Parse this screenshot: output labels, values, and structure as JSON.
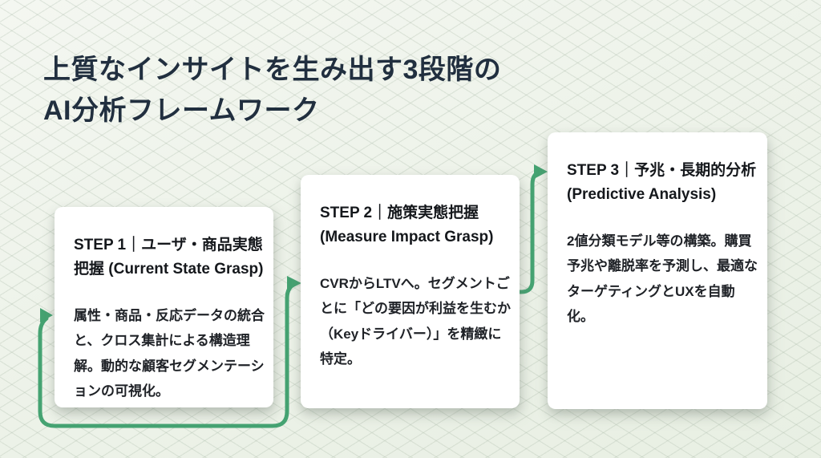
{
  "slide": {
    "title_lines": [
      "上質なインサイトを生み出す3段階の",
      "AI分析フレームワーク"
    ],
    "colors": {
      "accent_green": "#45a372",
      "title_navy": "#212f3f",
      "card_white": "#ffffff",
      "background_mint": "#edf2e8"
    }
  },
  "steps": [
    {
      "heading": "STEP 1｜ユーザ・商品実態把握 (Current State Grasp)",
      "body": "属性・商品・反応データの統合と、クロス集計による構造理解。動的な顧客セグメンテーションの可視化。"
    },
    {
      "heading": "STEP 2｜施策実態把握 (Measure Impact Grasp)",
      "body": "CVRからLTVへ。セグメントごとに「どの要因が利益を生むか（Keyドライバー）」を精緻に特定。"
    },
    {
      "heading": "STEP 3｜予兆・長期的分析 (Predictive Analysis)",
      "body": "2値分類モデル等の構築。購買予兆や離脱率を予測し、最適なターゲティングとUXを自動化。"
    }
  ]
}
